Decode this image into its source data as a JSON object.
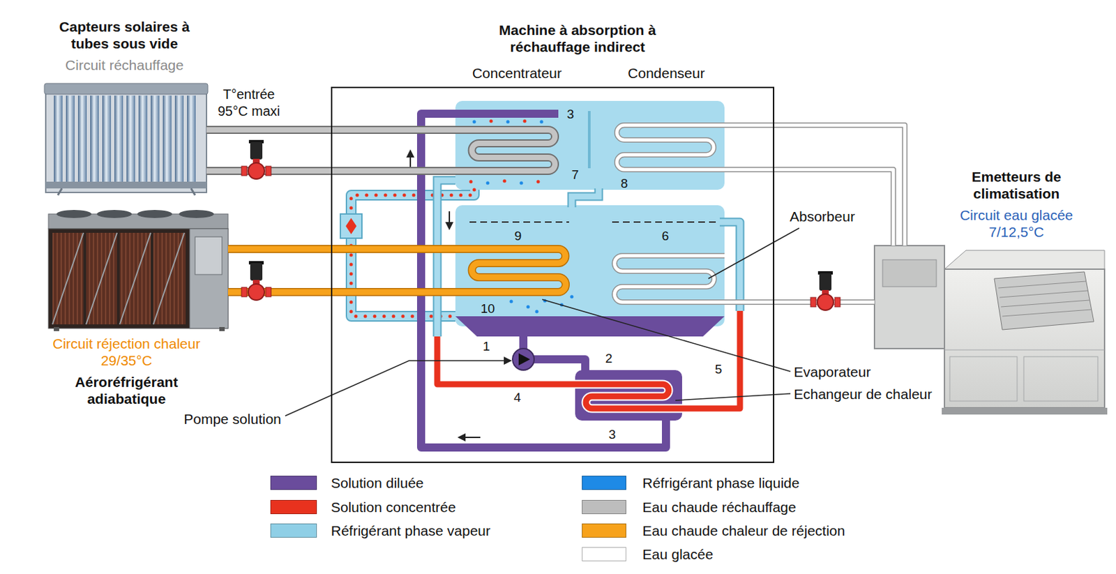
{
  "diagram": {
    "nodes": [
      {
        "text": [
          "Capteurs solaires à tubes sous vide",
          "Circuit réchauffage"
        ]
      },
      {
        "text": [
          "Machine à absorption à réchauffage indirect"
        ]
      },
      {
        "text": [
          "Concentrateur"
        ],
        "in": 1
      },
      {
        "text": [
          "Condenseur"
        ],
        "in": 1
      },
      {
        "text": [
          "Circuit réjection chaleur 29/35°C",
          "Aéroréfrigérant adiabatique"
        ]
      },
      {
        "text": [
          "Emetteurs de climatisation",
          "Circuit eau glacée 7/12,5°C"
        ]
      }
    ],
    "edges": [
      {
        "from": 0,
        "to": 2,
        "arrow": "none"
      },
      {
        "from": 0,
        "to": 2,
        "arrow": "none"
      },
      {
        "from": 4,
        "to": 1,
        "arrow": "none"
      },
      {
        "from": 4,
        "to": 1,
        "arrow": "none"
      },
      {
        "from": 5,
        "to": 3,
        "arrow": "none"
      },
      {
        "from": 5,
        "to": 3,
        "arrow": "none"
      },
      {
        "from": 1,
        "to": 5,
        "arrow": "none"
      }
    ],
    "labels": [
      "T°entrée 95°C maxi",
      "3",
      "7",
      "8",
      "9",
      "6",
      "10",
      "1",
      "2",
      "5",
      "4",
      "3",
      "Absorbeur",
      "Evaporateur",
      "Echangeur de chaleur",
      "Pompe solution"
    ],
    "legend": [
      {
        "text": "Solution diluée",
        "color": "#6a4c9c"
      },
      {
        "text": "Solution concentrée",
        "color": "#e8321e"
      },
      {
        "text": "Réfrigérant phase vapeur",
        "color": "#8fcfe6"
      },
      {
        "text": "Réfrigérant phase liquide",
        "color": "#1e8ae6"
      },
      {
        "text": "Eau chaude réchauffage",
        "color": "#bdbdbd"
      },
      {
        "text": "Eau chaude chaleur de réjection",
        "color": "#f7a21b"
      },
      {
        "text": "Eau glacée",
        "color": "#ffffff"
      }
    ]
  }
}
